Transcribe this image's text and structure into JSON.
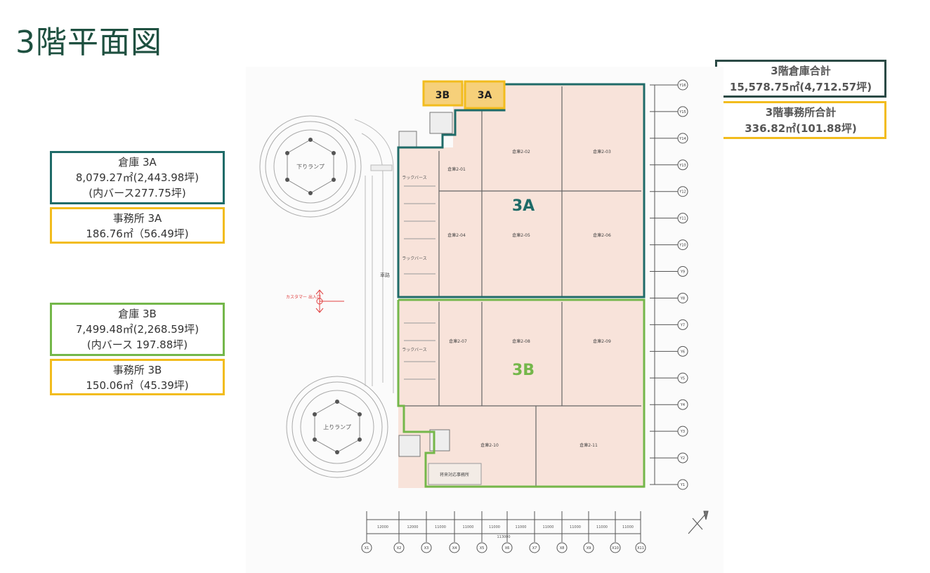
{
  "title": "3階平面図",
  "summary": {
    "warehouse_total": {
      "heading": "3階倉庫合計",
      "value": "15,578.75㎡(4,712.57坪)"
    },
    "office_total": {
      "heading": "3階事務所合計",
      "value": "336.82㎡(101.88坪)"
    }
  },
  "sections": {
    "warehouse_3a": {
      "heading": "倉庫 3A",
      "area": "8,079.27㎡(2,443.98坪)",
      "note": "(内バース277.75坪)"
    },
    "office_3a": {
      "heading": "事務所 3A",
      "area": "186.76㎡（56.49坪)"
    },
    "warehouse_3b": {
      "heading": "倉庫 3B",
      "area": "7,499.48㎡(2,268.59坪)",
      "note": "(内バース 197.88坪)"
    },
    "office_3b": {
      "heading": "事務所 3B",
      "area": "150.06㎡（45.39坪)"
    }
  },
  "plan": {
    "zone_3a": "3A",
    "zone_3b": "3B",
    "tag_3b": "3B",
    "tag_3a": "3A",
    "down_ramp": "下りランプ",
    "up_ramp": "上りランプ",
    "rack_berth": "ラックバース",
    "driveway": "車路",
    "office_label": "将来対応事務所",
    "caster_label": "カスタマー\n出入口",
    "rooms": [
      "倉庫2-01",
      "倉庫2-02",
      "倉庫2-03",
      "倉庫2-04",
      "倉庫2-05",
      "倉庫2-06",
      "倉庫2-07",
      "倉庫2-08",
      "倉庫2-09",
      "倉庫2-10",
      "倉庫2-11"
    ],
    "row_grid": [
      "Y16",
      "Y15",
      "Y14",
      "Y13",
      "Y12",
      "Y11",
      "Y10",
      "Y9",
      "Y8",
      "Y7",
      "Y6",
      "Y5",
      "Y4",
      "Y3",
      "Y2",
      "Y1"
    ],
    "col_grid": [
      "X1",
      "X2",
      "X3",
      "X4",
      "X5",
      "X6",
      "X7",
      "X8",
      "X9",
      "X10",
      "X11"
    ],
    "col_dims": [
      "12000",
      "12000",
      "11000",
      "11000",
      "11000",
      "11000",
      "11000",
      "11000",
      "11000",
      "11000"
    ],
    "total_dim": "113000"
  },
  "colors": {
    "teal": "#1f6b68",
    "yellow": "#f2bc1d",
    "green": "#74b74a",
    "floor": "#f8e3da",
    "dark": "#2b4a45"
  }
}
